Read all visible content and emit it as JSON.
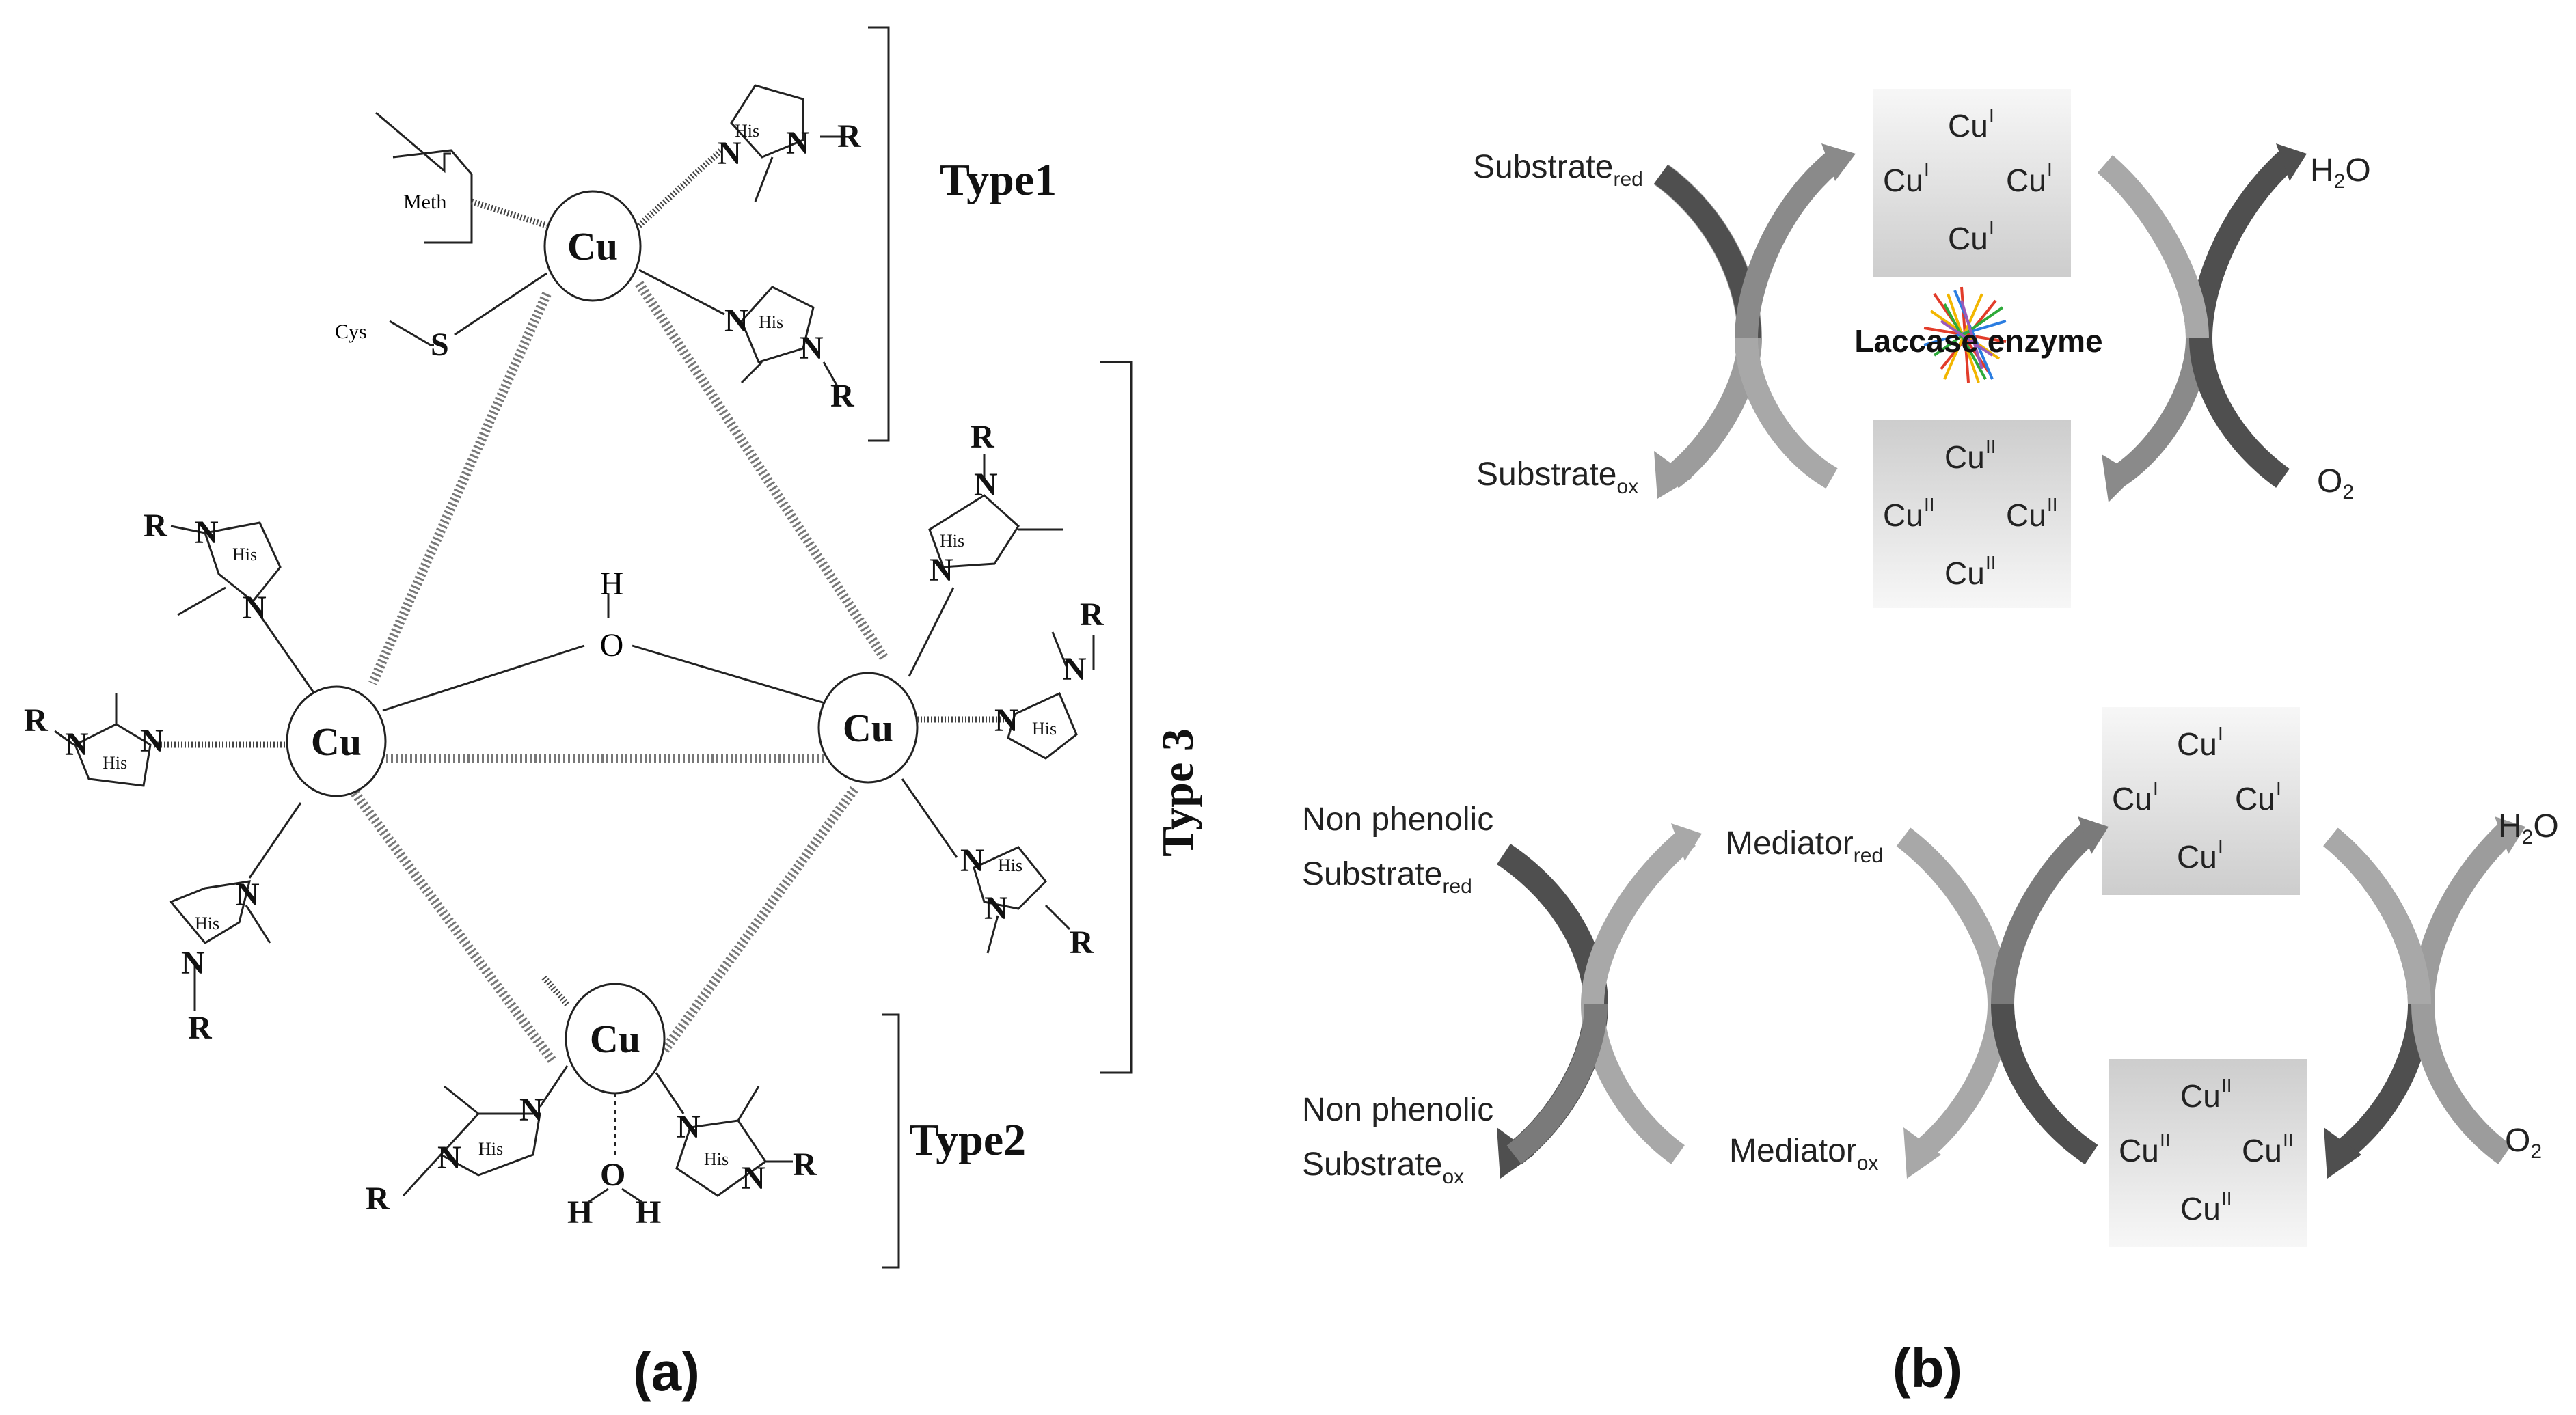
{
  "panel_a": {
    "label": "(a)",
    "cu": "Cu",
    "type1": "Type1",
    "type2": "Type2",
    "type3": "Type 3",
    "his": "His",
    "n": "N",
    "r": "R",
    "s": "S",
    "o": "O",
    "h": "H",
    "cys": "Cys",
    "meth": "Meth"
  },
  "panel_b": {
    "label": "(b)",
    "enzyme_label": "Laccase enzyme",
    "cu": "Cu",
    "ox_state_reduced": "I",
    "ox_state_oxidized": "II",
    "top": {
      "substrate": "Substrate",
      "red": "red",
      "ox": "ox",
      "h2o_h": "H",
      "h2o_2": "2",
      "h2o_o": "O",
      "o2_o": "O",
      "o2_2": "2"
    },
    "bottom": {
      "non_phenolic": "Non phenolic",
      "substrate": "Substrate",
      "mediator": "Mediator",
      "red": "red",
      "ox": "ox",
      "h2o_h": "H",
      "h2o_2": "2",
      "h2o_o": "O",
      "o2_o": "O",
      "o2_2": "2"
    }
  },
  "colors": {
    "arrow_dark": "#555555",
    "arrow_light": "#9a9a9a",
    "box_top": "#f6f6f6",
    "box_bottom": "#cfcfcf"
  }
}
